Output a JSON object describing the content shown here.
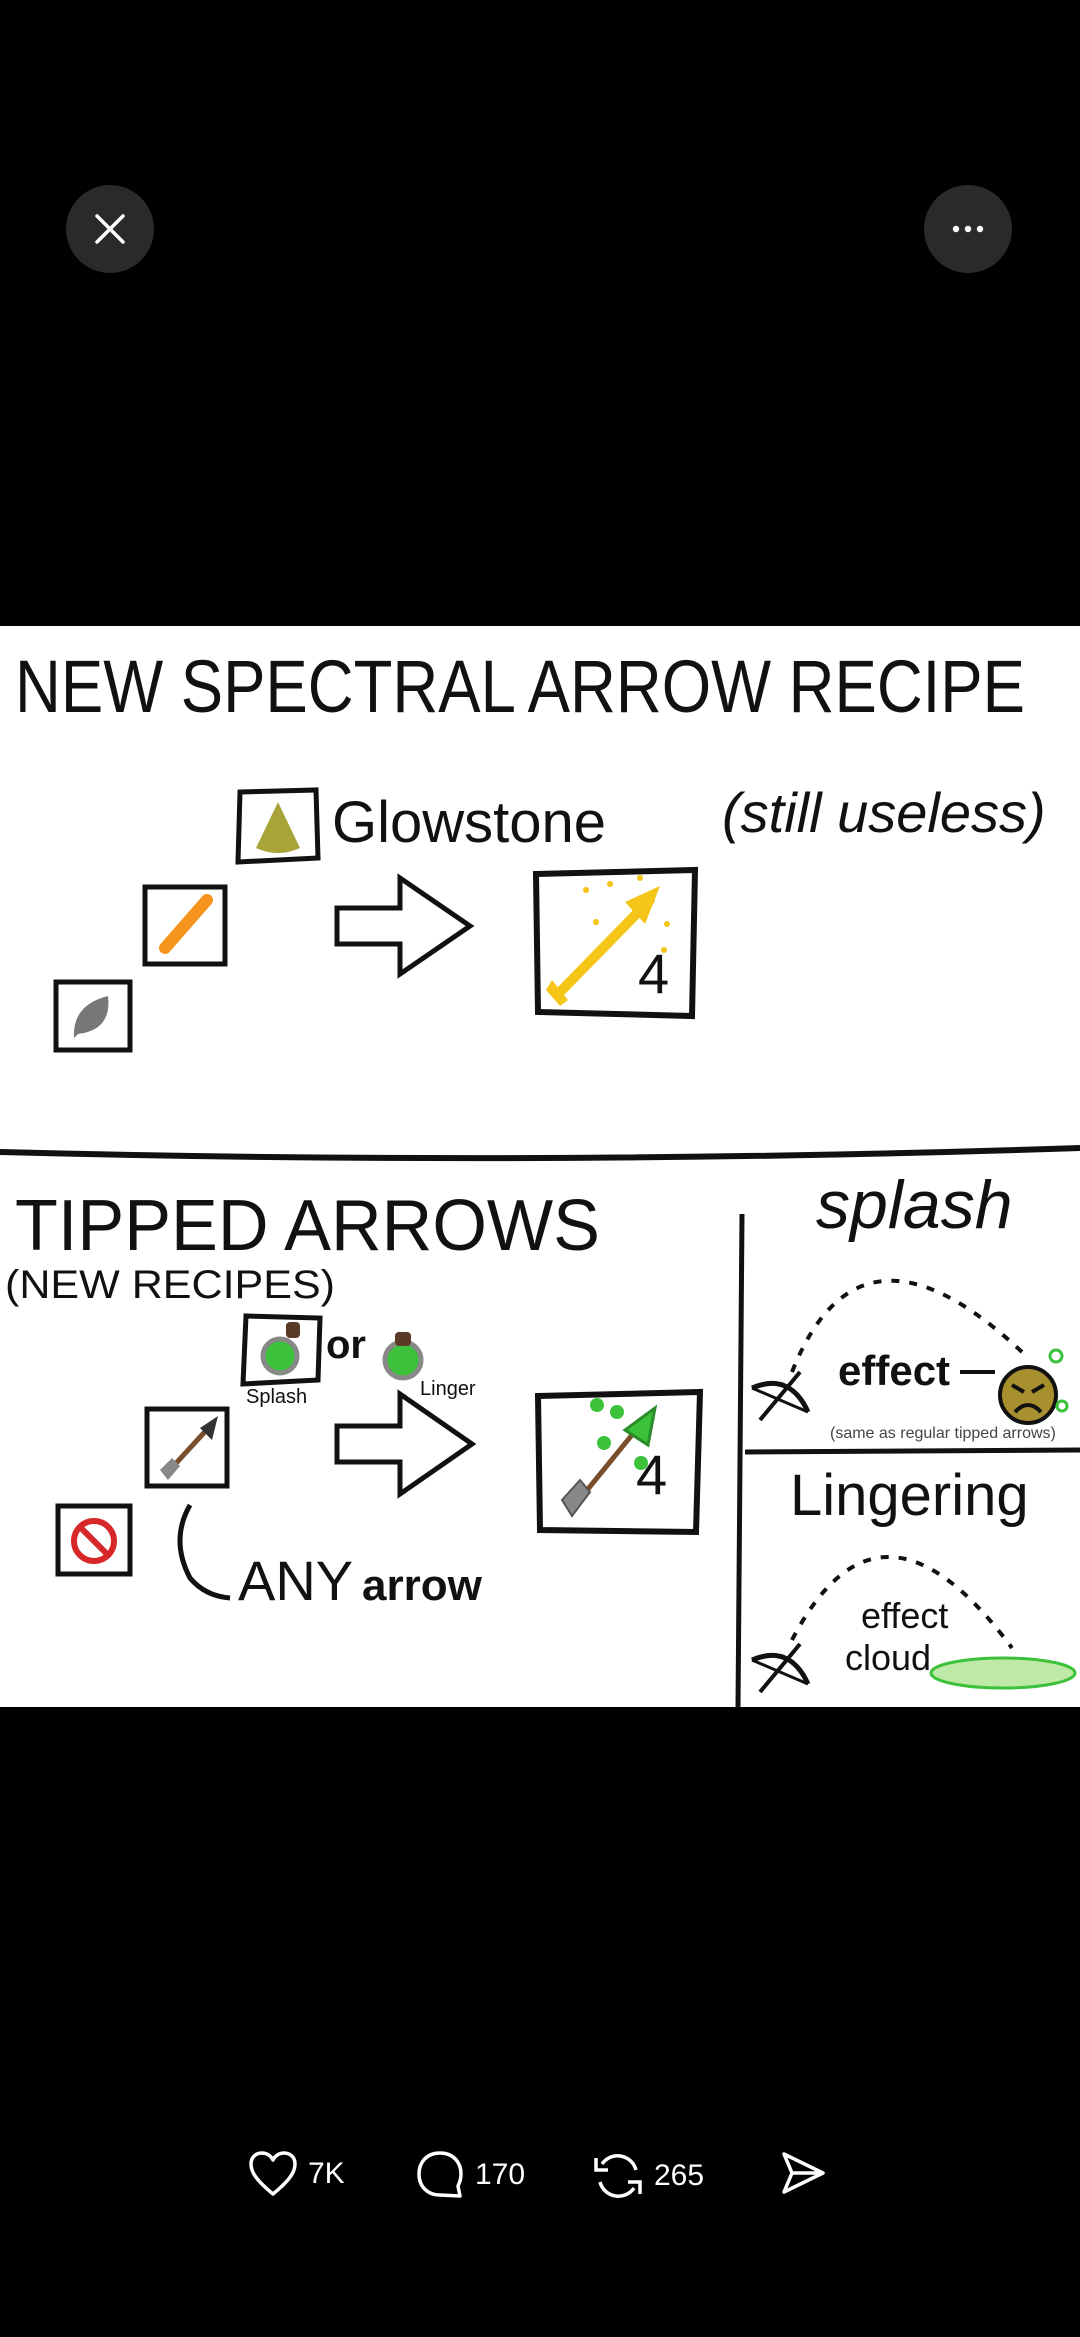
{
  "viewer": {
    "close_icon": "close-icon",
    "more_icon": "more-horizontal-icon"
  },
  "artwork": {
    "top": {
      "title": "NEW SPECTRAL ARROW RECIPE",
      "glowstone_label": "Glowstone",
      "note": "(still useless)",
      "result_count": "4"
    },
    "tipped": {
      "title": "TIPPED ARROWS",
      "subtitle": "(NEW RECIPES)",
      "or_label": "or",
      "splash_label": "Splash",
      "linger_label": "Linger",
      "any_label": "ANY",
      "arrow_label": "arrow",
      "result_count": "4"
    },
    "splash_panel": {
      "title": "splash",
      "effect_label": "effect",
      "caption": "(same as regular tipped arrows)"
    },
    "lingering_panel": {
      "title": "Lingering",
      "effect_label": "effect",
      "cloud_label": "cloud"
    },
    "colors": {
      "gold": "#f5c518",
      "blaze": "#f7941d",
      "potion_green": "#3cc13b",
      "cloud_green": "#bfe9a6",
      "barrier_red": "#d62828",
      "glowstone": "#a9a43a"
    }
  },
  "actions": {
    "likes": "7K",
    "comments": "170",
    "reposts": "265"
  }
}
